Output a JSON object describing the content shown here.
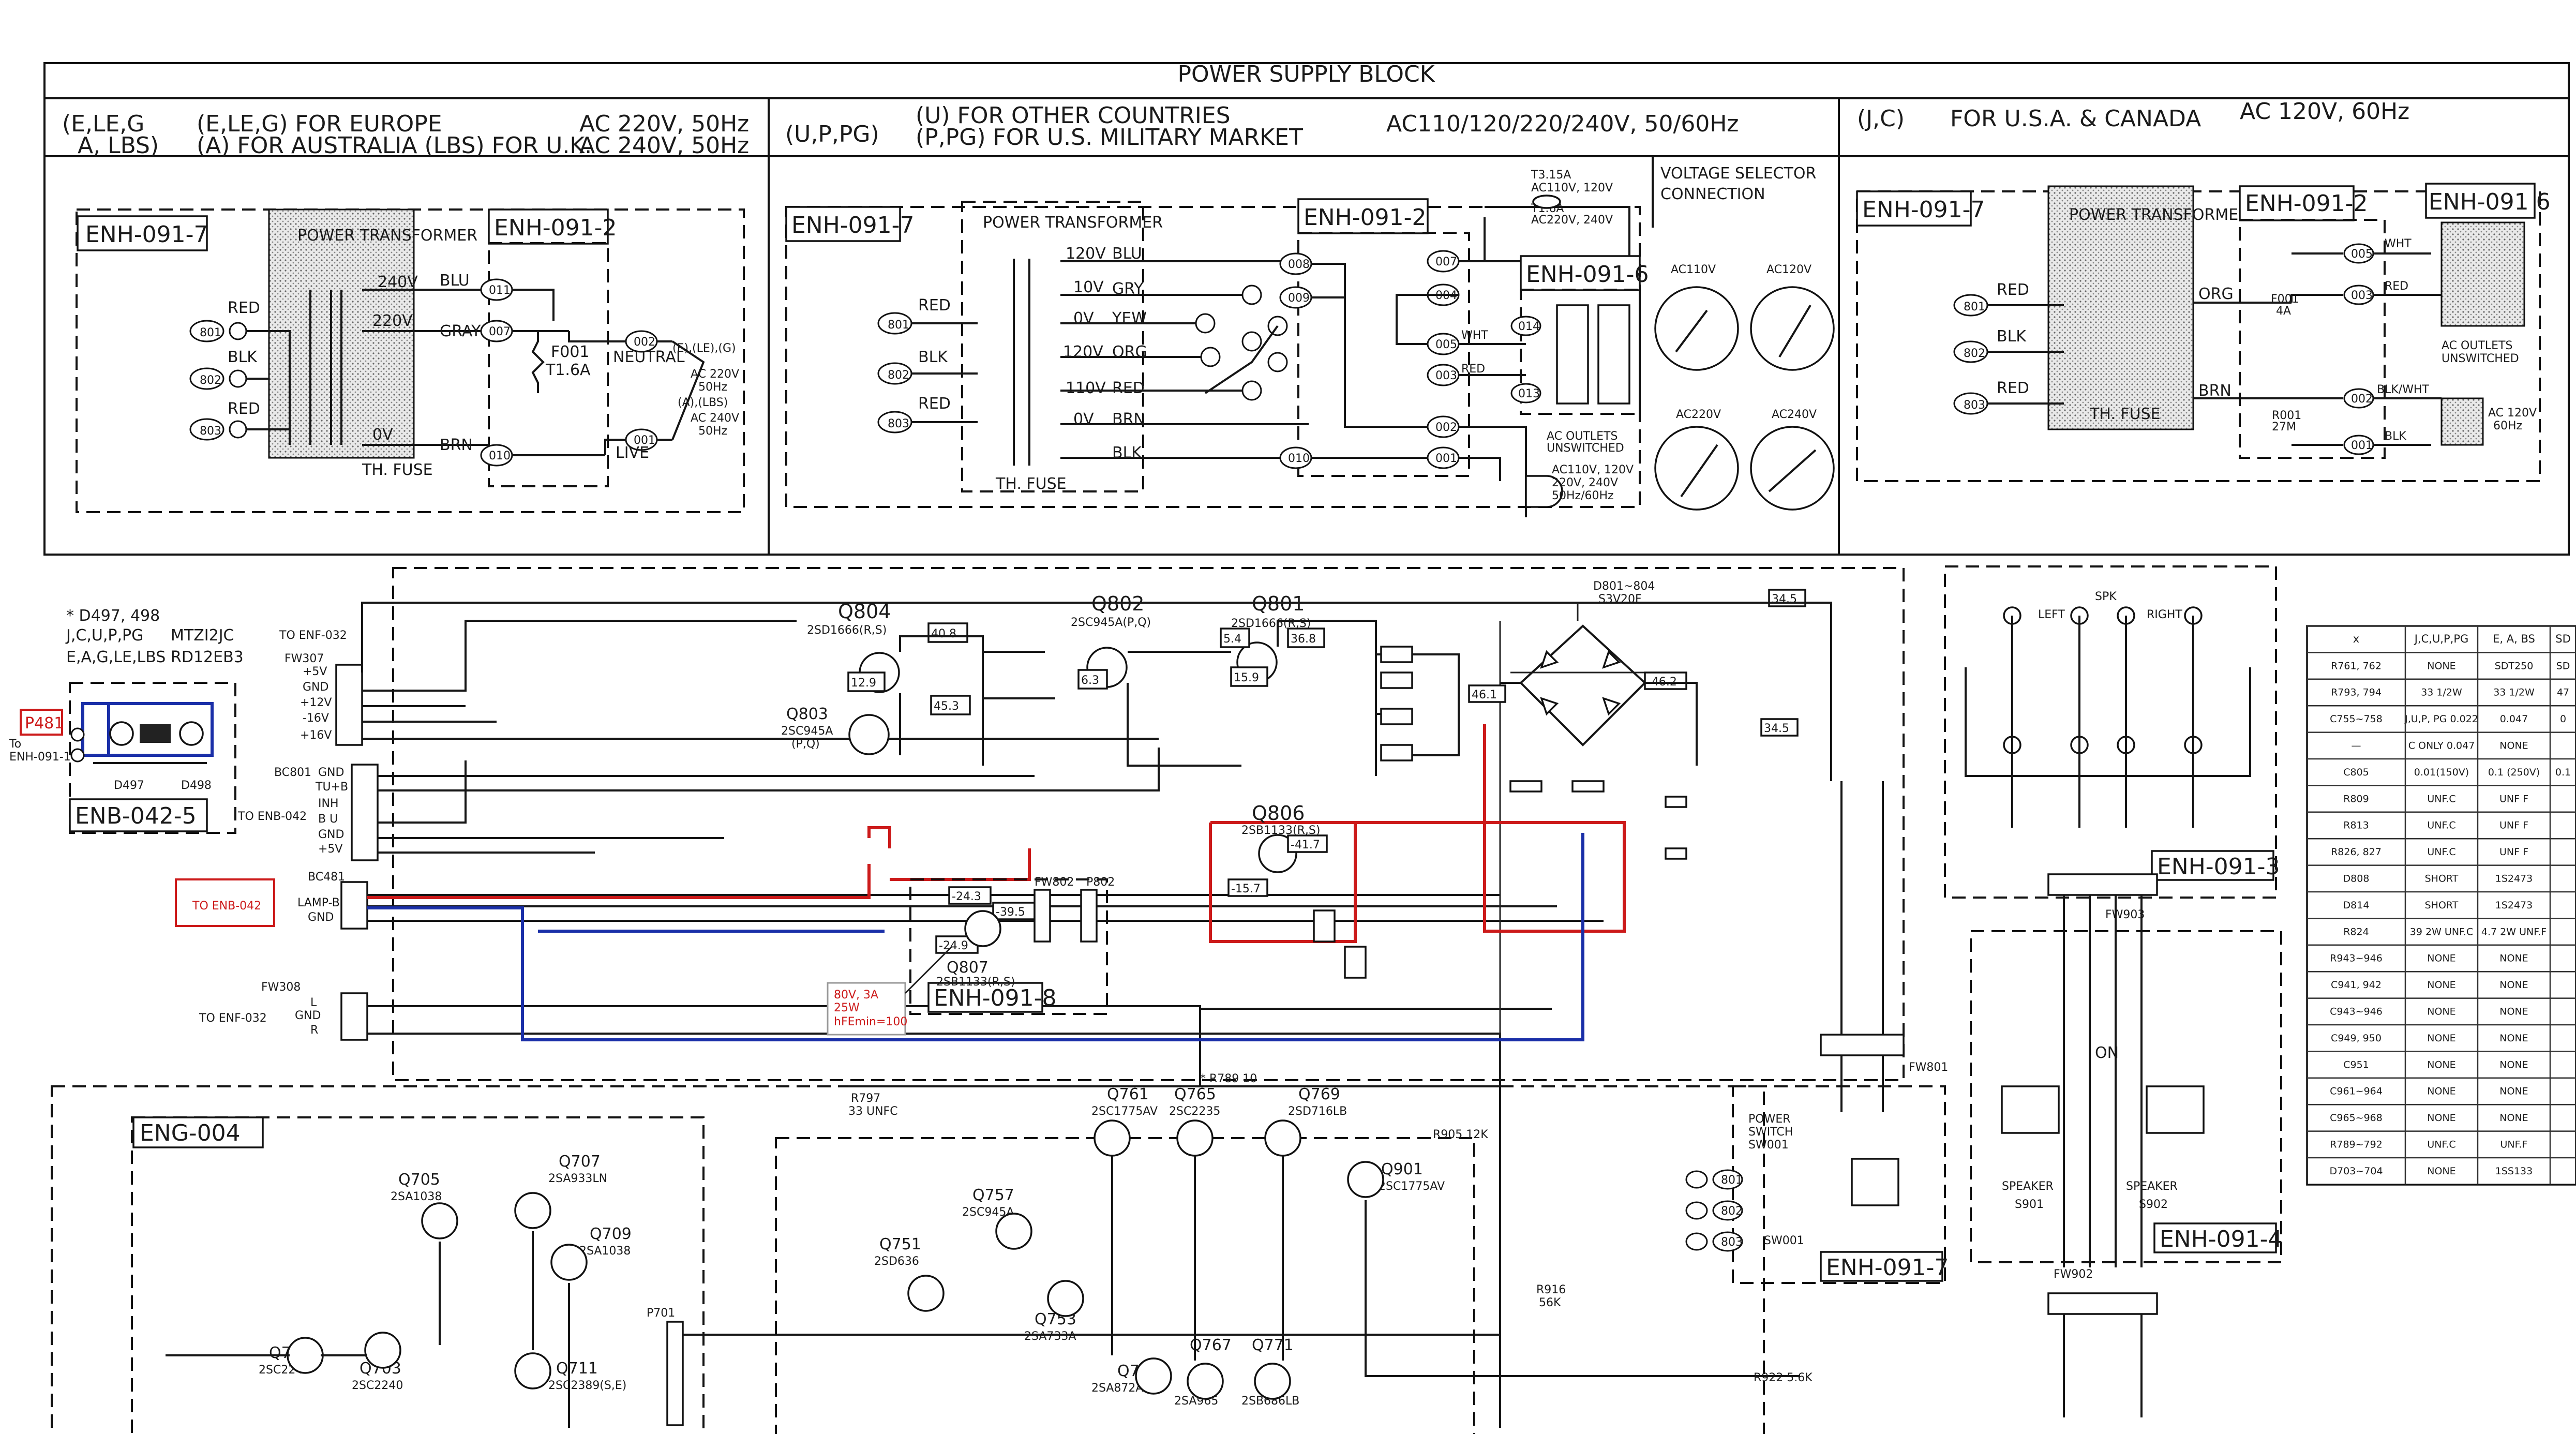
{
  "header": {
    "title": "POWER SUPPLY BLOCK"
  },
  "regions": {
    "europe": {
      "code_line1": "(E,LE,G",
      "code_line2": "A, LBS)",
      "desc_line1": "(E,LE,G)  FOR EUROPE",
      "desc_line2": "(A)  FOR AUSTRALIA  (LBS) FOR U.K.",
      "volt_line1": "AC 220V, 50Hz",
      "volt_line2": "AC 240V, 50Hz"
    },
    "other": {
      "code": "(U,P,PG)",
      "desc_line1": "(U)     FOR OTHER COUNTRIES",
      "desc_line2": "(P,PG)  FOR U.S. MILITARY MARKET",
      "volt": "AC110/120/220/240V,  50/60Hz"
    },
    "usa": {
      "code": "(J,C)",
      "desc": "FOR U.S.A. & CANADA",
      "volt": "AC 120V, 60Hz"
    }
  },
  "blocks": {
    "enh_091_7": "ENH-091-7",
    "enh_091_2": "ENH-091-2",
    "enh_091_6": "ENH-091-6",
    "enh_091_8": "ENH-091-8",
    "enh_091_3": "ENH-091-3",
    "enh_091_4": "ENH-091-4",
    "enb_042_5": "ENB-042-5",
    "eng_004": "ENG-004",
    "enh_091_6b": "ENH-091 6"
  },
  "labels": {
    "power_transformer": "POWER TRANSFORMER",
    "th_fuse": "TH. FUSE",
    "red": "RED",
    "blk": "BLK",
    "blu": "BLU",
    "gray": "GRAY",
    "brn": "BRN",
    "wht": "WHT",
    "orn": "ORG",
    "v240": "240V",
    "v220": "220V",
    "v0": "0V",
    "f001": "F001",
    "f001_rating": "T1.6A",
    "neutral": "NEUTRAL",
    "live": "LIVE",
    "e_le_g": "(E),(LE),(G)",
    "e_ac": "AC 220V",
    "e_hz": "50Hz",
    "a_lbs": "(A),(LBS)",
    "a_ac": "AC 240V",
    "a_hz": "50Hz",
    "voltage_selector": "VOLTAGE SELECTOR",
    "connection": "CONNECTION",
    "ac110v": "AC110V",
    "ac120v": "AC120V",
    "ac220v": "AC220V",
    "ac240v": "AC240V",
    "ac_outlets": "AC OUTLETS",
    "unswitched": "UNSWITCHED",
    "ac_outlet_volts": "AC110V, 120V",
    "ac_outlet_volts2": "220V, 240V",
    "ac_outlet_hz": "50Hz/60Hz",
    "t3_15a": "T3.15A",
    "t3_line2": "AC110V, 120V",
    "t16a": "T1.6A",
    "t16_line2": "AC220V, 240V",
    "tap_120v": "120V",
    "tap_10v": "10V",
    "tap_0v": "0V",
    "tap_120v2": "120V",
    "tap_110v": "110V",
    "tap_0v2": "0V",
    "yew": "YEW",
    "grn": "GRY",
    "org": "ORG",
    "blk_wht": "BLK/WHT",
    "ac120v_usa": "AC 120V",
    "hz60": "60Hz",
    "r001": "R001",
    "r001_val": "27M",
    "f001_usa": "F001",
    "f001_usa_rating": "4A",
    "p481": "P481",
    "to_enh": "To",
    "to_enh2": "ENH-091-1",
    "note_0497": "* D497, 498",
    "note_jcu": "J,C,U,P,PG",
    "note_eag": "E,A,G,LE,LBS",
    "mtzi2jc": "MTZI2JC",
    "rd12eb3": "RD12EB3",
    "d0497": "D497",
    "d0498": "D498",
    "to_enf_032": "TO ENF-032",
    "fw307": "FW307",
    "p5v": "+5V",
    "gnd": "GND",
    "p12v": "+12V",
    "m16v": "-16V",
    "p16v": "+16V",
    "bc801": "BC801",
    "tu_b": "TU+B",
    "inh": "INH",
    "bu": "B U",
    "to_enb_042": "TO ENB-042",
    "bc481": "BC481",
    "lamp_b": "LAMP-B",
    "to_enb_042_red": "TO ENB-042",
    "fw308": "FW308",
    "l": "L",
    "r": "R",
    "to_enf_032b": "TO ENF-032",
    "spec_line1": "80V, 3A",
    "spec_line2": "25W",
    "spec_line3": "hFEmin=100",
    "q804": "Q804",
    "q804_part": "2SD1666(R,S)",
    "q803": "Q803",
    "q803_part": "2SC945A",
    "q803_grade": "(P,Q)",
    "q802": "Q802",
    "q802_part": "2SC945A(P,Q)",
    "q801": "Q801",
    "q801_part": "2SD1666(R,S)",
    "q806": "Q806",
    "q806_part": "2SB1133(R,S)",
    "q807": "Q807",
    "q807_part": "2SB1133(R,S)",
    "d801_804": "D801~804",
    "s3v20f": "S3V20F",
    "fw802": "FW802",
    "p802": "P802",
    "fw903": "FW903",
    "fw801": "FW801",
    "fw902": "FW902",
    "power_switch": "POWER",
    "power_switch2": "SWITCH",
    "sw001": "SW001",
    "speaker_a": "SPEAKER",
    "speaker_b": "SPEAKER",
    "s901": "S901",
    "s902": "S902",
    "on": "ON",
    "left": "LEFT",
    "right": "RIGHT",
    "spk": "SPK",
    "v34_5": "34.5",
    "v34_5b": "34.5",
    "v46_1": "46.1",
    "v46_2": "-46.2",
    "v40_8": "40.8",
    "v12_9": "12.9",
    "v45_3": "45.3",
    "v6_3": "6.3",
    "v5_4": "5.4",
    "v36_8": "36.8",
    "v15_9": "15.9",
    "v24_3": "-24.3",
    "v39_5": "-39.5",
    "v24_9": "-24.9",
    "v41_7": "-41.7",
    "v15_7": "-15.7",
    "q705": "Q705",
    "q705_part": "2SA1038",
    "q707": "Q707",
    "q707_part": "2SA933LN",
    "q709": "Q709",
    "q709_part": "2SA1038",
    "q701": "Q701",
    "q701_part": "2SC2240",
    "q703": "Q703",
    "q703_part": "2SC2240",
    "q711": "Q711",
    "q711_part": "2SC2389(S,E)",
    "q751": "Q751",
    "q751_part": "2SD636",
    "q757": "Q757",
    "q757_part": "2SC945A",
    "q753": "Q753",
    "q753_part": "2SA733A",
    "q761": "Q761",
    "q761_part": "2SC1775AV",
    "q765": "Q765",
    "q765_part": "2SC2235",
    "q769": "Q769",
    "q769_part": "2SD716LB",
    "q763": "Q763",
    "q763_part": "2SA872AV",
    "q767": "Q767",
    "q767_part": "2SA965",
    "q771": "Q771",
    "q771_part": "2SB686LB",
    "q901": "Q901",
    "q901_part": "2SC1775AV",
    "p701": "P701",
    "r922": "R922 5.6K",
    "r916": "R916",
    "r916v": "56K",
    "r905": "R905 12K",
    "r789": "* R789 10",
    "r797": "R797",
    "r797v": "33 UNFC"
  },
  "table": {
    "headers": [
      "x",
      "J,C,U,P,PG",
      "E, A, BS",
      "SD"
    ],
    "rows": [
      [
        "R761, 762",
        "NONE",
        "SDT250",
        "SD"
      ],
      [
        "R793, 794",
        "33 1/2W",
        "33 1/2W",
        "47"
      ],
      [
        "C755~758",
        "J,U,P, PG 0.022",
        "0.047",
        "0"
      ],
      [
        "—",
        "C ONLY 0.047",
        "NONE",
        ""
      ],
      [
        "C805",
        "0.01(150V)",
        "0.1 (250V)",
        "0.1"
      ],
      [
        "R809",
        "UNF.C",
        "UNF F",
        ""
      ],
      [
        "R813",
        "UNF.C",
        "UNF F",
        ""
      ],
      [
        "R826, 827",
        "UNF.C",
        "UNF F",
        ""
      ],
      [
        "D808",
        "SHORT",
        "1S2473",
        ""
      ],
      [
        "D814",
        "SHORT",
        "1S2473",
        ""
      ],
      [
        "R824",
        "39 2W UNF.C",
        "4.7 2W UNF.F",
        ""
      ],
      [
        "R943~946",
        "NONE",
        "NONE",
        ""
      ],
      [
        "C941, 942",
        "NONE",
        "NONE",
        ""
      ],
      [
        "C943~946",
        "NONE",
        "NONE",
        ""
      ],
      [
        "C949, 950",
        "NONE",
        "NONE",
        ""
      ],
      [
        "C951",
        "NONE",
        "NONE",
        ""
      ],
      [
        "C961~964",
        "NONE",
        "NONE",
        ""
      ],
      [
        "C965~968",
        "NONE",
        "NONE",
        ""
      ],
      [
        "R789~792",
        "UNF.C",
        "UNF.F",
        ""
      ],
      [
        "D703~704",
        "NONE",
        "1SS133",
        ""
      ]
    ]
  },
  "colors": {
    "ink": "#151515",
    "highlight_red": "#cc1a1a",
    "highlight_blue": "#1a2fa8",
    "paper": "#ffffff"
  }
}
